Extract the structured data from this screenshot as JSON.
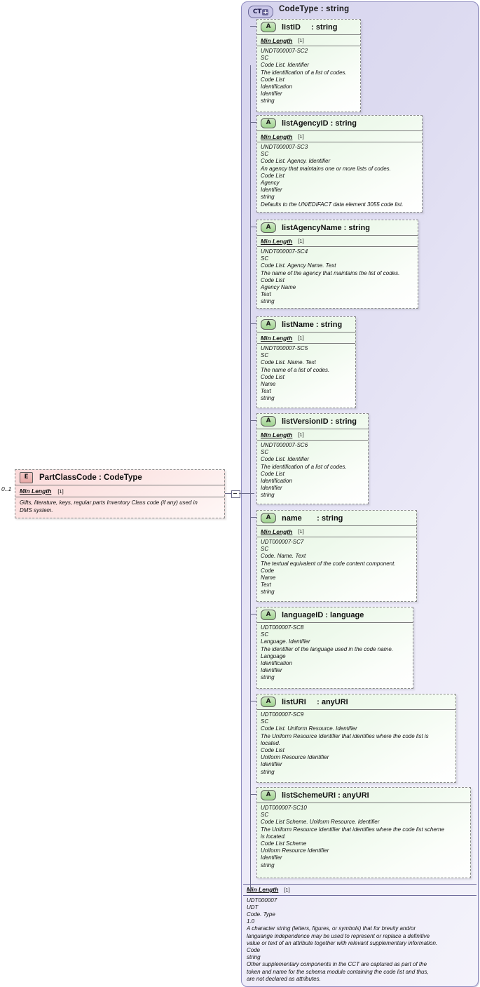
{
  "diagram": {
    "kind": "xsd-schema-diagram",
    "complex_type": {
      "badge": "CT",
      "badge_icon": "plus-icon",
      "title": "CodeType : string"
    },
    "element": {
      "badge": "E",
      "title": "PartClassCode : CodeType",
      "cardinality_left": "0..1",
      "min_length_label": "Min Length",
      "min_length_value": "[1]",
      "annotation": [
        "Gifts, literature, keys, regular parts Inventory Class code (if any) used in",
        "DMS system."
      ]
    },
    "attributes": [
      {
        "badge": "A",
        "name": "listID",
        "type": ": string",
        "has_min_length": true,
        "min_length_label": "Min Length",
        "min_length_value": "[1]",
        "lines": [
          "UNDT000007-SC2",
          "SC",
          "Code List. Identifier",
          "The identification of a list of codes.",
          "Code List",
          "Identification",
          "Identifier",
          "string"
        ]
      },
      {
        "badge": "A",
        "name": "listAgencyID",
        "type": ": string",
        "has_min_length": true,
        "min_length_label": "Min Length",
        "min_length_value": "[1]",
        "lines": [
          "UNDT000007-SC3",
          "SC",
          "Code List. Agency. Identifier",
          "An agency that maintains one or more lists of codes.",
          "Code List",
          "Agency",
          "Identifier",
          "string",
          "Defaults to the UN/EDIFACT data element 3055 code list."
        ]
      },
      {
        "badge": "A",
        "name": "listAgencyName",
        "type": ": string",
        "has_min_length": true,
        "min_length_label": "Min Length",
        "min_length_value": "[1]",
        "lines": [
          "UNDT000007-SC4",
          "SC",
          "Code List. Agency Name. Text",
          "The name of the agency that maintains the list of codes.",
          "Code List",
          "Agency Name",
          "Text",
          "string"
        ]
      },
      {
        "badge": "A",
        "name": "listName",
        "type": ": string",
        "has_min_length": true,
        "min_length_label": "Min Length",
        "min_length_value": "[1]",
        "lines": [
          "UNDT000007-SC5",
          "SC",
          "Code List. Name. Text",
          "The name of a list of codes.",
          "Code List",
          "Name",
          "Text",
          "string"
        ]
      },
      {
        "badge": "A",
        "name": "listVersionID",
        "type": ": string",
        "has_min_length": true,
        "min_length_label": "Min Length",
        "min_length_value": "[1]",
        "lines": [
          "UNDT000007-SC6",
          "SC",
          "Code List. Identifier",
          "The identification of a list of codes.",
          "Code List",
          "Identification",
          "Identifier",
          "string"
        ]
      },
      {
        "badge": "A",
        "name": "name",
        "type": ": string",
        "has_min_length": true,
        "min_length_label": "Min Length",
        "min_length_value": "[1]",
        "lines": [
          "UDT000007-SC7",
          "SC",
          "Code. Name. Text",
          "The textual equivalent of the code content component.",
          "Code",
          "Name",
          "Text",
          "string"
        ]
      },
      {
        "badge": "A",
        "name": "languageID",
        "type": ": language",
        "has_min_length": false,
        "min_length_label": "",
        "min_length_value": "",
        "lines": [
          "UDT000007-SC8",
          "SC",
          "Language. Identifier",
          "The identifier of the language used in the code name.",
          "Language",
          "Identification",
          "Identifier",
          "string"
        ]
      },
      {
        "badge": "A",
        "name": "listURI",
        "type": ": anyURI",
        "has_min_length": false,
        "min_length_label": "",
        "min_length_value": "",
        "lines": [
          "UDT000007-SC9",
          "SC",
          "Code List. Uniform Resource. Identifier",
          "The Uniform Resource Identifier that identifies where the code list is",
          "located.",
          "Code List",
          "Uniform Resource Identifier",
          "Identifier",
          "string"
        ]
      },
      {
        "badge": "A",
        "name": "listSchemeURI",
        "type": ": anyURI",
        "has_min_length": false,
        "min_length_label": "",
        "min_length_value": "",
        "lines": [
          "UDT000007-SC10",
          "SC",
          "Code List Scheme. Uniform Resource. Identifier",
          "The Uniform Resource Identifier that identifies where the code list scheme",
          "is located.",
          "Code List Scheme",
          "Uniform Resource Identifier",
          "Identifier",
          "string"
        ]
      }
    ],
    "footer": {
      "min_length_label": "Min Length",
      "min_length_value": "[1]",
      "lines": [
        "UDT000007",
        "UDT",
        "Code. Type",
        "1.0",
        "A character string (letters, figures, or symbols) that for brevity and/or",
        "languange independence may be used to represent or replace a definitive",
        "value or text of an attribute together with relevant supplementary information.",
        "Code",
        "string",
        "Other supplementary components in the CCT are captured as part of the",
        "token and name for the schema module containing the code list and thus,",
        "are not declared as attributes."
      ]
    },
    "colors": {
      "container_bg": "#dedcf1",
      "container_border": "#8f8cc0",
      "attribute_bg": "#eef9ec",
      "attribute_badge": "#9fd38f",
      "element_bg": "#fce3e2",
      "element_badge": "#e8a9a6",
      "connector": "#6b6b8a"
    }
  }
}
